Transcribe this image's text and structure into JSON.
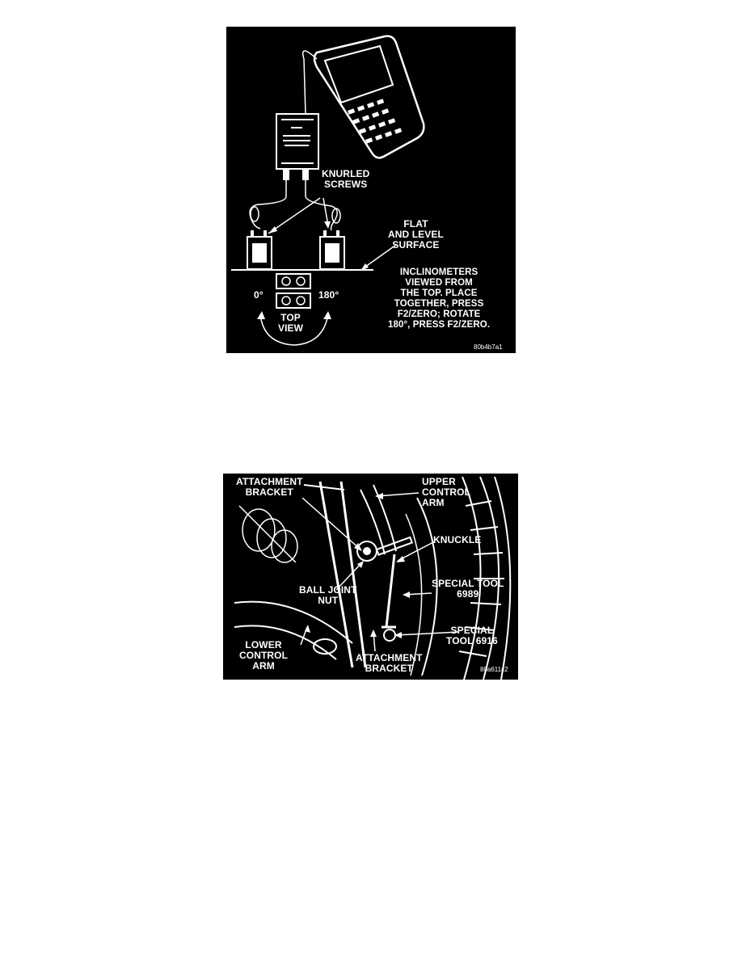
{
  "figure1": {
    "labels": {
      "knurled_screws": "KNURLED\nSCREWS",
      "flat_surface": "FLAT\nAND LEVEL\nSURFACE",
      "instructions": "INCLINOMETERS\nVIEWED FROM\nTHE TOP.  PLACE\nTOGETHER, PRESS\nF2/ZERO; ROTATE\n180°, PRESS F2/ZERO.",
      "deg_0": "0°",
      "deg_180": "180°",
      "top_view": "TOP\nVIEW",
      "code": "80b4b7a1"
    }
  },
  "figure2": {
    "labels": {
      "attachment_bracket_top": "ATTACHMENT\nBRACKET",
      "upper_control_arm": "UPPER\nCONTROL\nARM",
      "knuckle": "KNUCKLE",
      "special_tool_6989": "SPECIAL TOOL\n6989",
      "ball_joint_nut": "BALL JOINT\nNUT",
      "special_tool_6916": "SPECIAL\nTOOL 6916",
      "lower_control_arm": "LOWER\nCONTROL\nARM",
      "attachment_bracket_bottom": "ATTACHMENT\nBRACKET",
      "code": "80a611c2"
    }
  }
}
